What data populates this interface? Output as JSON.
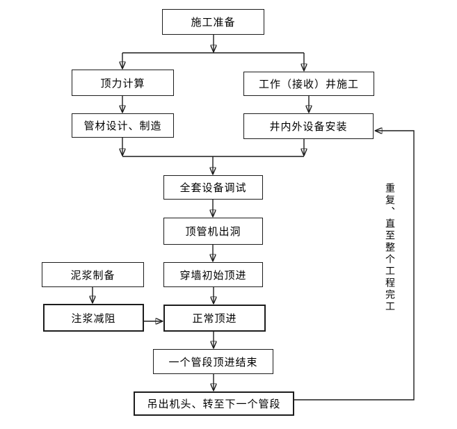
{
  "nodes": {
    "preparation": {
      "label": "施工准备"
    },
    "force_calculation": {
      "label": "顶力计算"
    },
    "working_well": {
      "label": "工作（接收）井施工"
    },
    "pipe_design": {
      "label": "管材设计、制造"
    },
    "equipment_install": {
      "label": "井内外设备安装"
    },
    "equipment_debug": {
      "label": "全套设备调试"
    },
    "machine_exit": {
      "label": "顶管机出洞"
    },
    "initial_jacking": {
      "label": "穿墙初始顶进"
    },
    "mud_preparation": {
      "label": "泥浆制备"
    },
    "grouting": {
      "label": "注浆减阻"
    },
    "normal_jacking": {
      "label": "正常顶进"
    },
    "section_finish": {
      "label": "一个管段顶进结束"
    },
    "lift_machine_head": {
      "label": "吊出机头、转至下一个管段"
    }
  },
  "loop_label": "重复、直至整个工程完工",
  "colors": {
    "line": "#1c1c1c",
    "box_border": "#1c1c1c",
    "box_background": "#ffffff",
    "page_background": "#ffffff",
    "text": "#000000"
  }
}
